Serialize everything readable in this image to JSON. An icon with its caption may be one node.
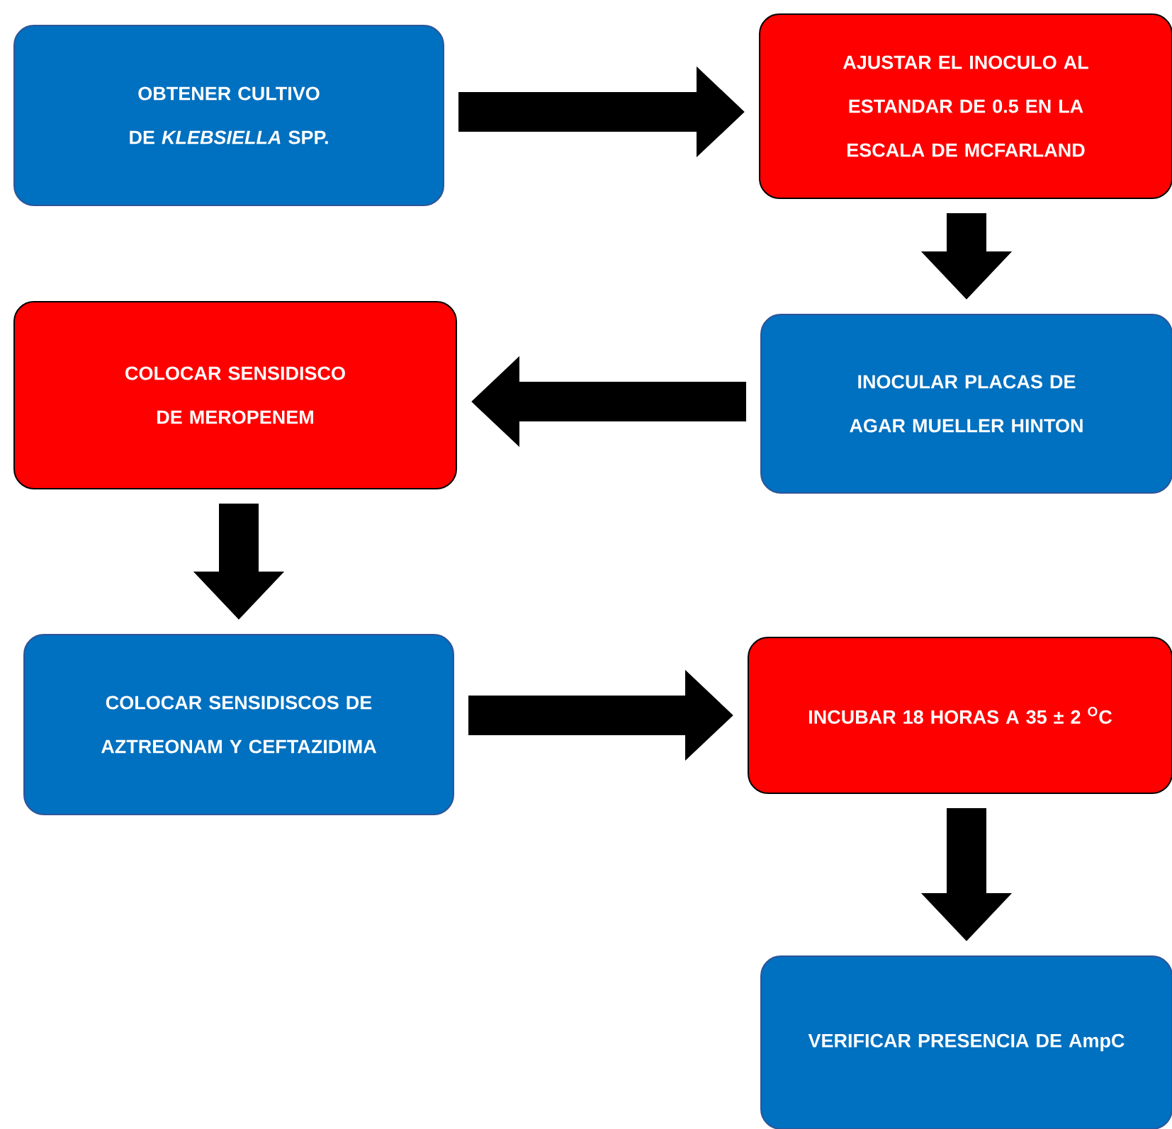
{
  "diagram": {
    "nodes": [
      {
        "text": [
          "OBTENER CULTIVO DE *KLEBSIELLA* SPP."
        ]
      },
      {
        "text": [
          "AJUSTAR EL INOCULO AL ESTANDAR DE 0.5 EN LA ESCALA DE MCFARLAND"
        ]
      },
      {
        "text": [
          "INOCULAR PLACAS DE AGAR MUELLER HINTON"
        ]
      },
      {
        "text": [
          "COLOCAR SENSIDISCO DE MEROPENEM"
        ]
      },
      {
        "text": [
          "COLOCAR SENSIDISCOS DE AZTREONAM Y CEFTAZIDIMA"
        ]
      },
      {
        "text": [
          "INCUBAR 18 HORAS A 35 ± 2 $^{O}$C"
        ]
      },
      {
        "text": [
          "VERIFICAR PRESENCIA DE AmpC"
        ]
      }
    ],
    "edges": [
      {
        "from": 0,
        "to": 1,
        "arrow": "to"
      },
      {
        "from": 1,
        "to": 2,
        "arrow": "to"
      },
      {
        "from": 2,
        "to": 3,
        "arrow": "to"
      },
      {
        "from": 3,
        "to": 4,
        "arrow": "to"
      },
      {
        "from": 4,
        "to": 5,
        "arrow": "to"
      },
      {
        "from": 5,
        "to": 6,
        "arrow": "to"
      }
    ]
  }
}
